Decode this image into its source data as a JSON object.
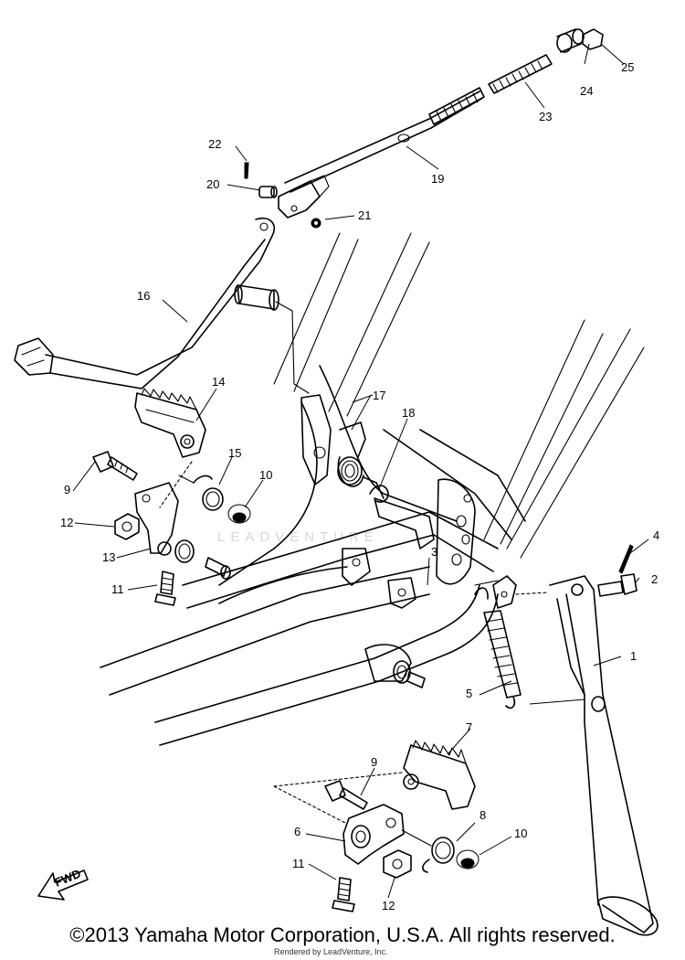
{
  "watermark": "LEADVENTURE",
  "fwd_label": "FWD",
  "credit": "Rendered by LeadVenture, Inc.",
  "copyright": "©2013 Yamaha Motor Corporation, U.S.A. All rights reserved.",
  "callouts": {
    "c1": "1",
    "c2": "2",
    "c3": "3",
    "c4": "4",
    "c5": "5",
    "c6": "6",
    "c7": "7",
    "c8": "8",
    "c9a": "9",
    "c9b": "9",
    "c10a": "10",
    "c10b": "10",
    "c11a": "11",
    "c11b": "11",
    "c12a": "12",
    "c12b": "12",
    "c13": "13",
    "c14": "14",
    "c15": "15",
    "c16": "16",
    "c17": "17",
    "c18": "18",
    "c19": "19",
    "c20": "20",
    "c21": "21",
    "c22": "22",
    "c23": "23",
    "c24": "24",
    "c25": "25"
  }
}
